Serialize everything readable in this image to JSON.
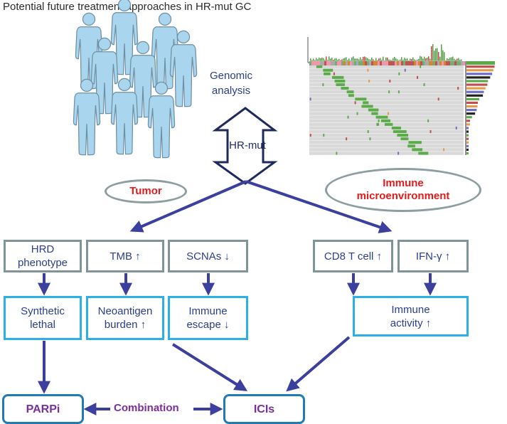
{
  "title": "Potential future treatment approaches in HR-mut GC",
  "genomic_analysis": "Genomic\nanalysis",
  "center_box": "HR-mut",
  "branches": {
    "tumor": "Tumor",
    "immune": "Immune\nmicroenvironment"
  },
  "features": {
    "hrd": "HRD\nphenotype",
    "tmb": "TMB ↑",
    "scnas": "SCNAs ↓",
    "cd8": "CD8 T cell ↑",
    "ifn": "IFN-γ ↑"
  },
  "effects": {
    "synthetic": "Synthetic\nlethal",
    "neoantigen": "Neoantigen\nburden ↑",
    "immune_escape": "Immune\nescape ↓",
    "immune_activity": "Immune\nactivity ↑"
  },
  "therapies": {
    "parpi": "PARPi",
    "icis": "ICIs",
    "combination": "Combination"
  },
  "colors": {
    "arrow": "#3b3f9e",
    "person": "#a9d6ee",
    "gray_border": "#7f9497",
    "light_blue_border": "#2ab0e6",
    "therapy_border": "#1f7ab5",
    "therapy_text": "#7b2f9a",
    "branch_text": "#e31b1b"
  },
  "icons": {
    "people": "person-silhouette-icon",
    "heatmap": "oncoprint-heatmap-icon"
  }
}
